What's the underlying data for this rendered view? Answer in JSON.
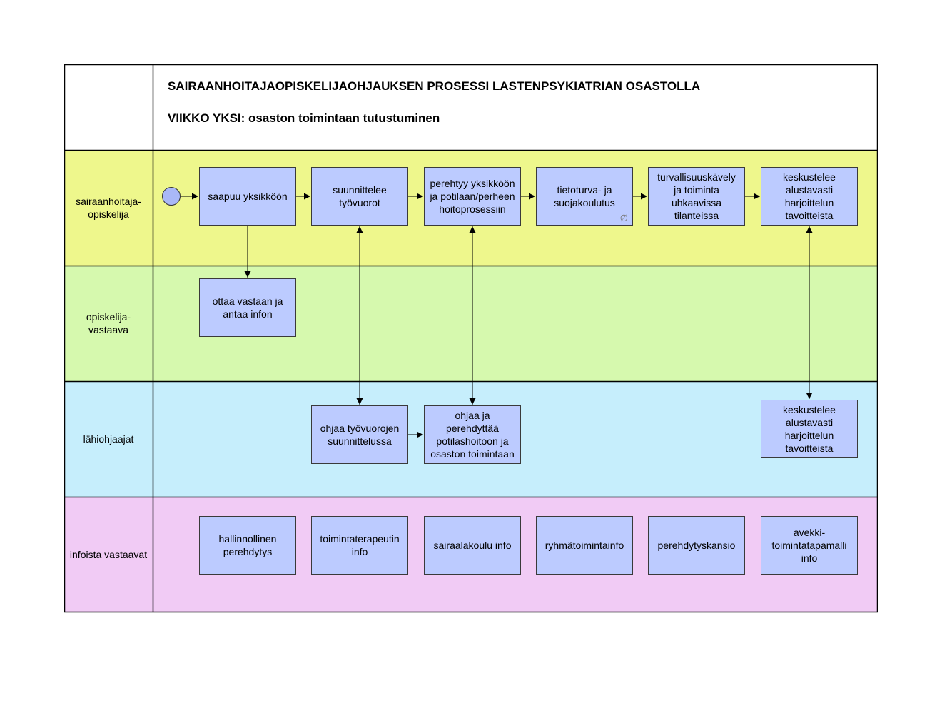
{
  "title": {
    "line1": "SAIRAANHOITAJAOPISKELIJAOHJAUKSEN PROSESSI LASTENPSYKIATRIAN OSASTOLLA",
    "line2": "VIIKKO YKSI: osaston toimintaan tutustuminen"
  },
  "colors": {
    "lane1": "#eef78c",
    "lane2": "#d6f9ae",
    "lane3": "#c6eefc",
    "lane4": "#f1cbf5",
    "node_fill": "#bccbff",
    "border": "#000000"
  },
  "lanes": [
    {
      "label": "sairaanhoitaja-\nopiskelija"
    },
    {
      "label": "opiskelija-\nvastaava"
    },
    {
      "label": "lähiohjaajat"
    },
    {
      "label": "infoista vastaavat"
    }
  ],
  "nodes": {
    "saapuu": "saapuu yksikköön",
    "suunnittelee": "suunnittelee\ntyövuorot",
    "perehtyy": "perehtyy yksikköön\nja potilaan/perheen\nhoitoprosessiin",
    "tietoturva": "tietoturva- ja\nsuojakoulutus",
    "turvallisuus": "turvallisuuskävely\nja toiminta\nuhkaavissa\ntilanteissa",
    "keskustelee1": "keskustelee\nalustavasti\nharjoittelun\ntavoitteista",
    "ottaa": "ottaa vastaan ja\nantaa infon",
    "ohjaa_tyovuoro": "ohjaa työvuorojen\nsuunnittelussa",
    "ohjaa_perehdyttaa": "ohjaa ja\nperehdyttää\npotilashoitoon ja\nosaston toimintaan",
    "keskustelee2": "keskustelee\nalustavasti\nharjoittelun\ntavoitteista",
    "hallinnollinen": "hallinnollinen\nperehdytys",
    "toimintaterapeutin": "toimintaterapeutin\ninfo",
    "sairaalakoulu": "sairaalakoulu info",
    "ryhmatoiminta": "ryhmätoimintainfo",
    "perehdytyskansio": "perehdytyskansio",
    "avekki": "avekki-\ntoimintatapamalli\ninfo"
  },
  "icons": {
    "start": "start-event-circle",
    "subprocess": "subprocess-marker-icon"
  }
}
